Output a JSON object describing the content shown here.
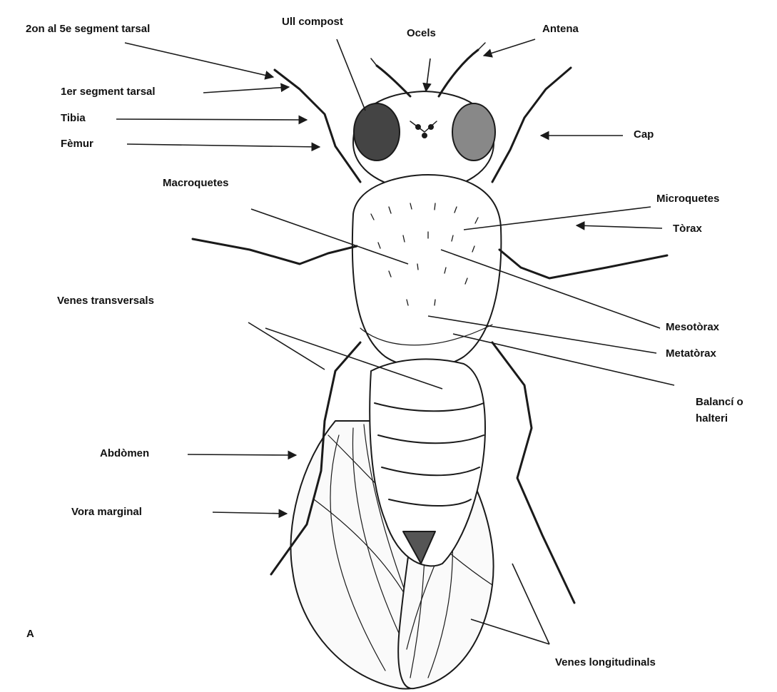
{
  "figure_letter": "A",
  "labels": {
    "segment_2_5": "2on al 5e segment tarsal",
    "ull": "Ull compost",
    "ocels": "Ocels",
    "antena": "Antena",
    "segment_1": "1er segment tarsal",
    "tibia": "Tibia",
    "femur": "Fèmur",
    "cap": "Cap",
    "macroquetes": "Macroquetes",
    "microquetes": "Microquetes",
    "torax": "Tòrax",
    "venes_transversals": "Venes transversals",
    "mesotorax": "Mesotòrax",
    "metatorax": "Metatòrax",
    "balanci_line1": "Balancí o",
    "balanci_line2": "halteri",
    "abdomen": "Abdòmen",
    "vora": "Vora marginal",
    "venes_longitudinals": "Venes longitudinals"
  },
  "colors": {
    "ink": "#1a1a1a",
    "paper": "#ffffff"
  }
}
